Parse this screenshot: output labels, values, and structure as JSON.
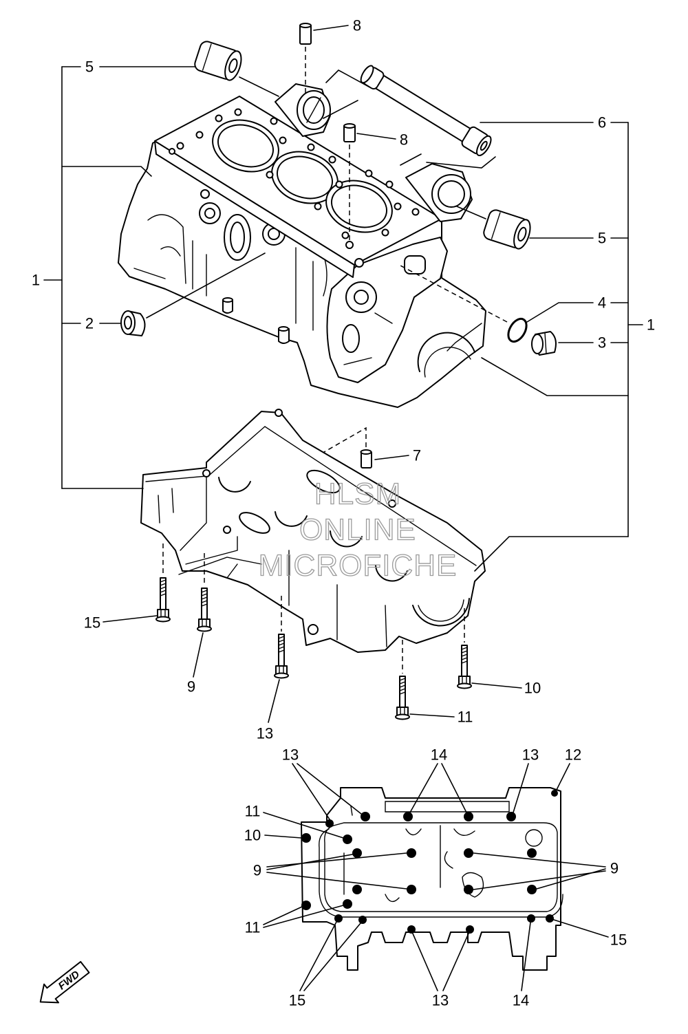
{
  "exploded_view": {
    "callouts": [
      "8",
      "5",
      "8",
      "6",
      "1",
      "5",
      "4",
      "2",
      "3",
      "1",
      "7",
      "15",
      "9",
      "13",
      "11",
      "10"
    ]
  },
  "bolt_pattern": {
    "callouts": [
      "13",
      "14",
      "13",
      "12",
      "11",
      "10",
      "9",
      "9",
      "11",
      "15",
      "15",
      "13",
      "14"
    ]
  },
  "watermark": [
    "HLSM",
    "ONLINE",
    "MICROFICHE"
  ],
  "fwd_label": "FWD",
  "colors": {
    "line": "#000000",
    "watermark": "#9a9a9a",
    "background": "#ffffff"
  }
}
